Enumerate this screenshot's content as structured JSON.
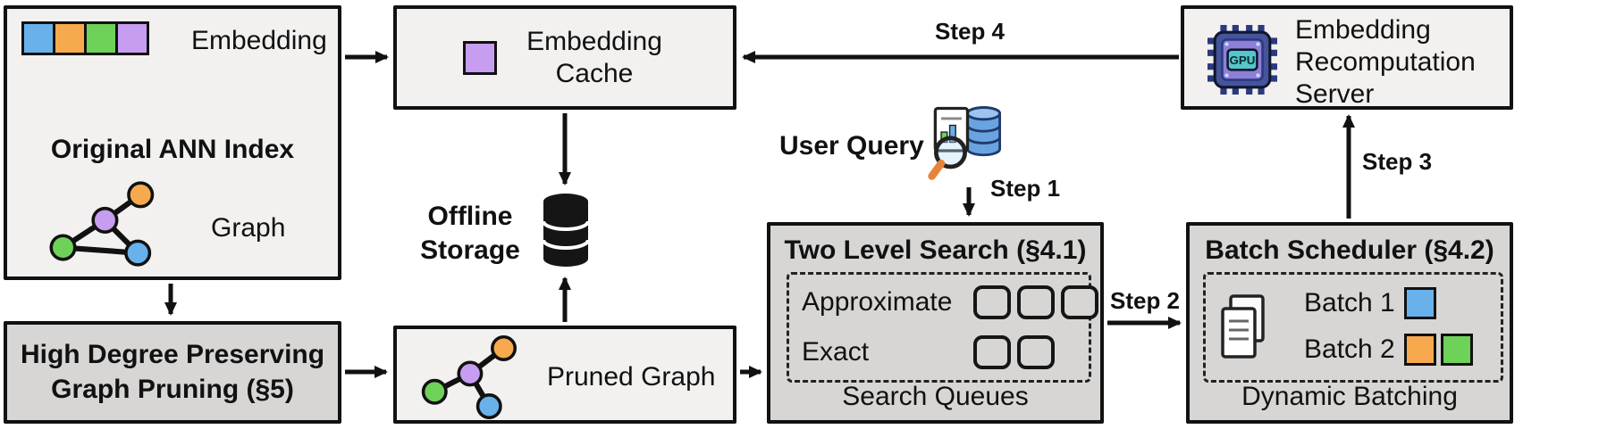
{
  "colors": {
    "blue": "#68b1ea",
    "orange": "#f7a94d",
    "green": "#6ed259",
    "purple": "#c79df1",
    "box_light": "#f2f1f0",
    "box_gray": "#d7d6d5",
    "border": "#111111"
  },
  "ann_index": {
    "embedding_label": "Embedding",
    "title": "Original ANN Index",
    "graph_label": "Graph",
    "embedding_square_colors": [
      "blue",
      "orange",
      "green",
      "purple"
    ]
  },
  "pruning": {
    "label": "High Degree Preserving Graph Pruning (§5)"
  },
  "embedding_cache": {
    "label": "Embedding Cache"
  },
  "offline_storage": {
    "label": "Offline Storage"
  },
  "pruned_graph": {
    "label": "Pruned Graph"
  },
  "user_query": {
    "label": "User Query"
  },
  "two_level_search": {
    "title": "Two Level Search (§4.1)",
    "rows": [
      {
        "label": "Approximate",
        "queues": 3
      },
      {
        "label": "Exact",
        "queues": 2
      }
    ],
    "footer": "Search Queues"
  },
  "batch_scheduler": {
    "title": "Batch Scheduler (§4.2)",
    "batches": [
      {
        "label": "Batch 1",
        "colors": [
          "blue"
        ]
      },
      {
        "label": "Batch 2",
        "colors": [
          "orange",
          "green"
        ]
      }
    ],
    "footer": "Dynamic Batching"
  },
  "recomputation_server": {
    "label": "Embedding Recomputation Server",
    "gpu_label": "GPU"
  },
  "steps": {
    "step1": "Step 1",
    "step2": "Step 2",
    "step3": "Step 3",
    "step4": "Step 4"
  }
}
